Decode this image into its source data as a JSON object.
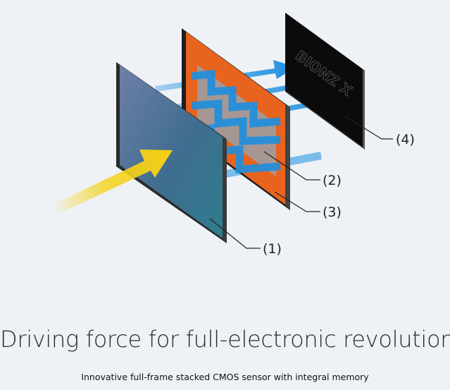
{
  "diagram": {
    "logo_text": "BIONZ X",
    "callouts": [
      {
        "id": "1",
        "label": "(1)"
      },
      {
        "id": "2",
        "label": "(2)"
      },
      {
        "id": "3",
        "label": "(3)"
      },
      {
        "id": "4",
        "label": "(4)"
      }
    ],
    "colors": {
      "light_arrow": "#f5d320",
      "signal_arrows": "#1e8fe0",
      "sensor_panel": "#3f6d8f",
      "circuit_panel": "#e8641e",
      "processor_panel": "#0e0e0e"
    }
  },
  "text": {
    "headline": "Driving force for full-electronic revolution",
    "subline": "Innovative full-frame stacked CMOS sensor with integral memory"
  }
}
